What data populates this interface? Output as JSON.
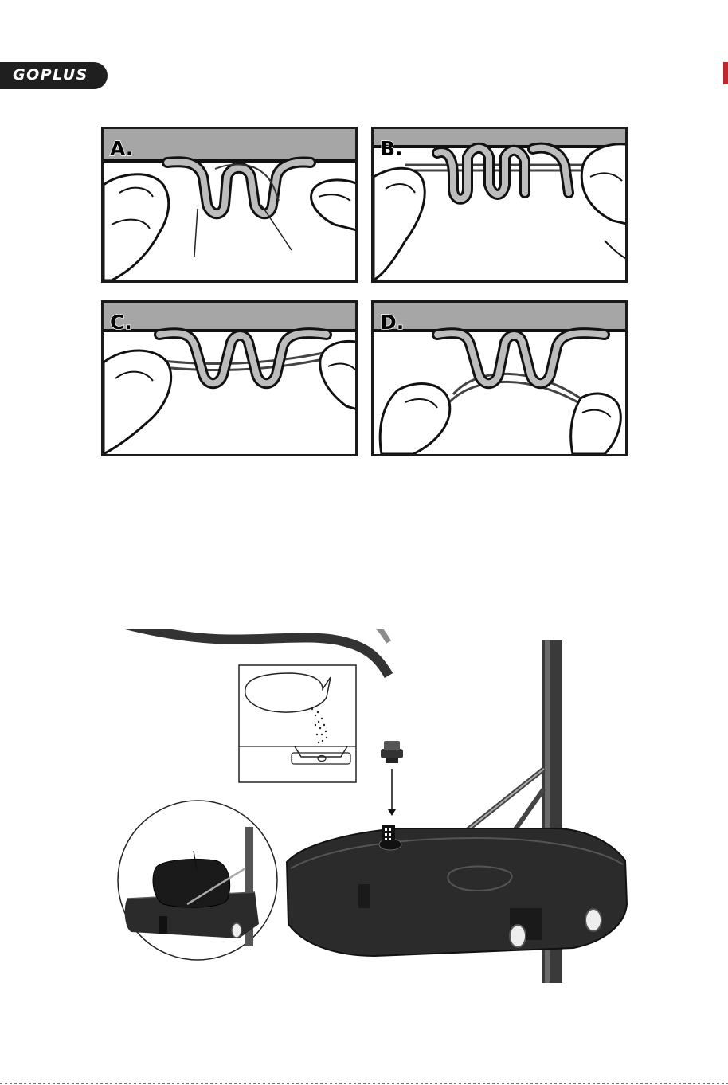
{
  "header": {
    "brand_logo": "GOPLUS",
    "brand_color": "#1f1f1f",
    "accent_color": "#c0272d"
  },
  "net_steps": {
    "panels": [
      {
        "label": "A."
      },
      {
        "label": "B."
      },
      {
        "label": "C."
      },
      {
        "label": "D."
      }
    ]
  },
  "base_fill": {
    "icons": [
      "water-hose-icon",
      "drain-plug-icon",
      "sandbag-icon",
      "water-fill-inset-icon"
    ],
    "base_color": "#2b2b2b"
  }
}
